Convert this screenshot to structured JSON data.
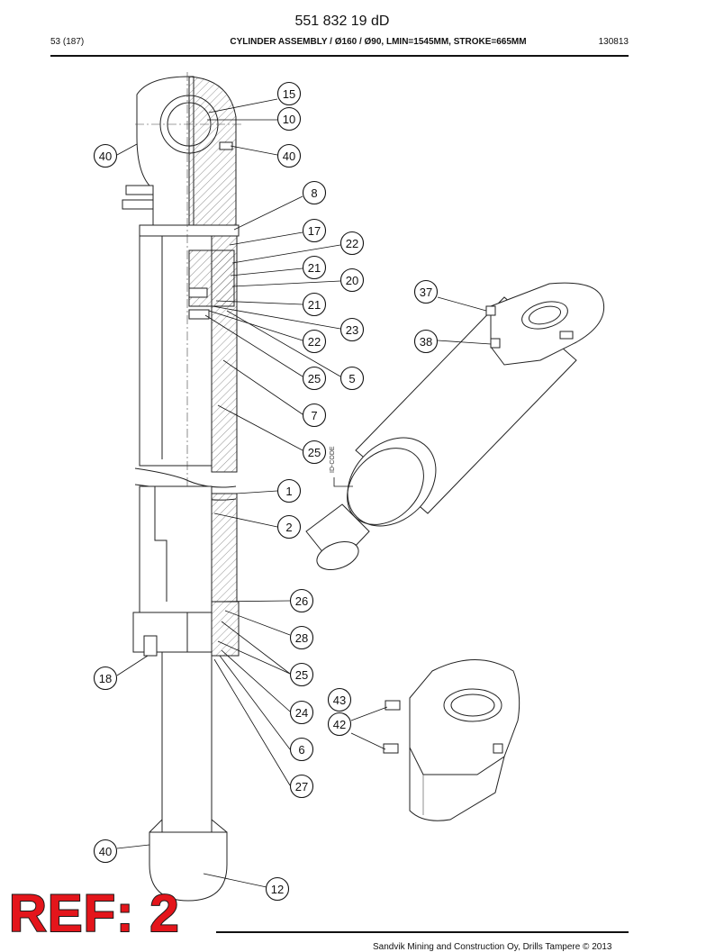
{
  "header": {
    "doc_number": "551 832 19 dD",
    "page_count": "53 (187)",
    "title": "CYLINDER ASSEMBLY / Ø160 / Ø90, LMIN=1545MM, STROKE=665MM",
    "date": "130813"
  },
  "drawing": {
    "id_code_label": "ID-CODE",
    "callouts": [
      "15",
      "10",
      "40",
      "40",
      "8",
      "17",
      "22",
      "21",
      "20",
      "21",
      "23",
      "22",
      "25",
      "5",
      "7",
      "25",
      "1",
      "2",
      "26",
      "28",
      "25",
      "24",
      "6",
      "27",
      "18",
      "40",
      "12",
      "37",
      "38",
      "43",
      "42"
    ]
  },
  "footer": {
    "text": "Sandvik Mining and Construction Oy, Drills Tampere © 2013"
  },
  "stamp": {
    "text": "REF: 2"
  },
  "colors": {
    "stamp_red": "#e4151b",
    "ink": "#111111"
  }
}
